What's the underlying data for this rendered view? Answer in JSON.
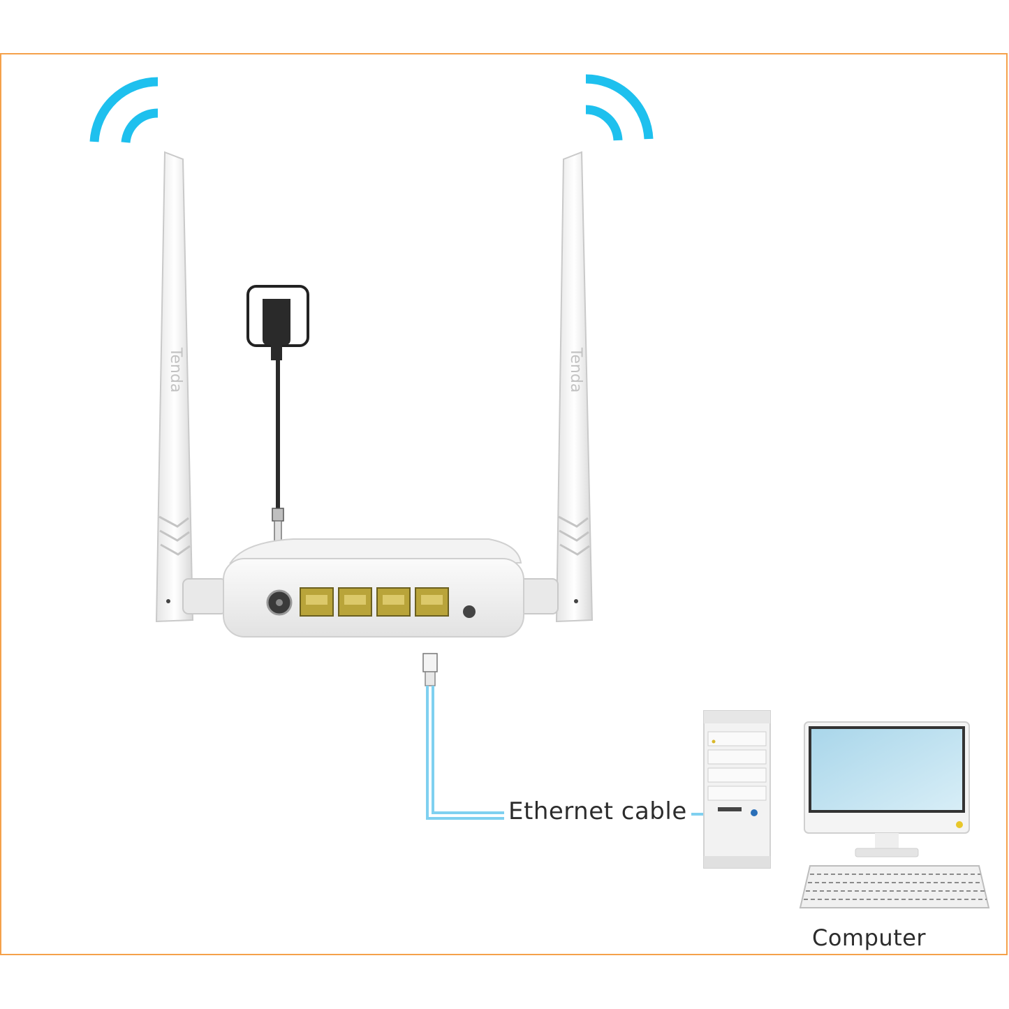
{
  "labels": {
    "ethernet_cable": "Ethernet cable",
    "computer": "Computer",
    "antenna_brand": "Tenda"
  },
  "colors": {
    "frame_border": "#f5a14a",
    "wifi_signal": "#1ec0ee",
    "cable": "#7fd0f0",
    "screen": "#bfe3f2",
    "device_body": "#f2f2f2",
    "port": "#b9a43a"
  },
  "icons": [
    "wifi-signal-icon",
    "power-adapter-icon",
    "router-icon",
    "tower-pc-icon",
    "monitor-icon",
    "keyboard-icon"
  ]
}
